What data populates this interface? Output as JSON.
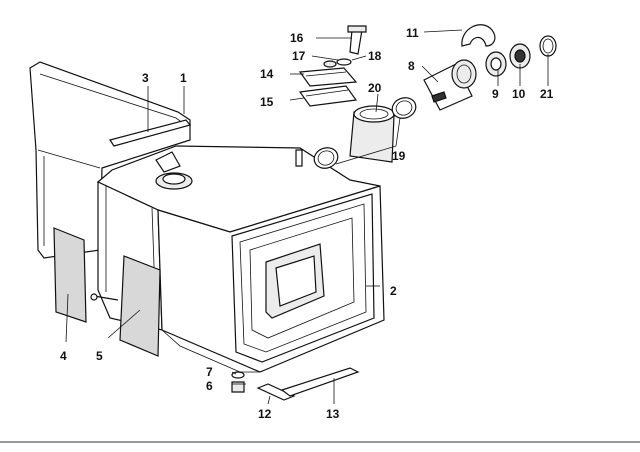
{
  "callouts": {
    "c1": "1",
    "c2": "2",
    "c3": "3",
    "c4": "4",
    "c5": "5",
    "c6": "6",
    "c7": "7",
    "c8": "8",
    "c9": "9",
    "c10": "10",
    "c11": "11",
    "c12": "12",
    "c13": "13",
    "c14": "14",
    "c15": "15",
    "c16": "16",
    "c17": "17",
    "c18": "18",
    "c19": "19",
    "c20": "20",
    "c21": "21"
  },
  "colors": {
    "line": "#111111",
    "rule": "#9a9a9a",
    "background": "#ffffff"
  }
}
